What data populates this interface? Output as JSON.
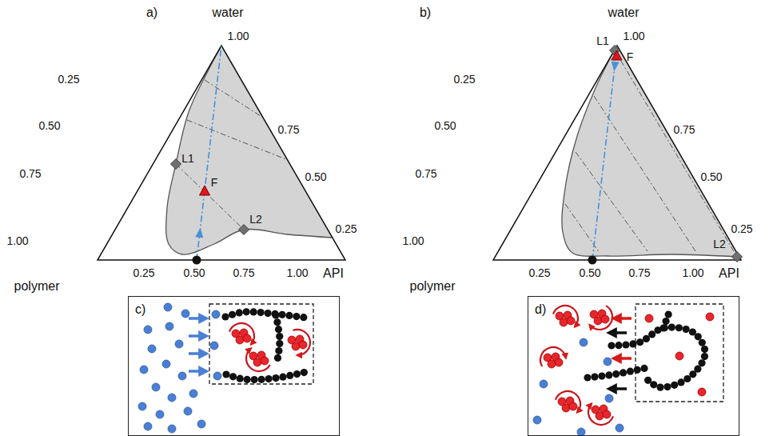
{
  "diagram": {
    "nodes": [
      {
        "text": [
          "c)"
        ]
      },
      {
        "text": [
          "d)"
        ]
      }
    ],
    "labels": [
      "a)",
      "water",
      "1.00",
      "0.25",
      "0.50",
      "0.75",
      "1.00",
      "0.75",
      "0.50",
      "0.25",
      "polymer",
      "0.25",
      "0.50",
      "0.75",
      "1.00",
      "API",
      "L1",
      "F",
      "L2",
      "b)",
      "water",
      "1.00",
      "0.25",
      "0.50",
      "0.75",
      "1.00",
      "0.75",
      "0.50",
      "0.25",
      "polymer",
      "0.25",
      "0.50",
      "0.75",
      "1.00",
      "API",
      "L1",
      "F",
      "L2"
    ]
  }
}
